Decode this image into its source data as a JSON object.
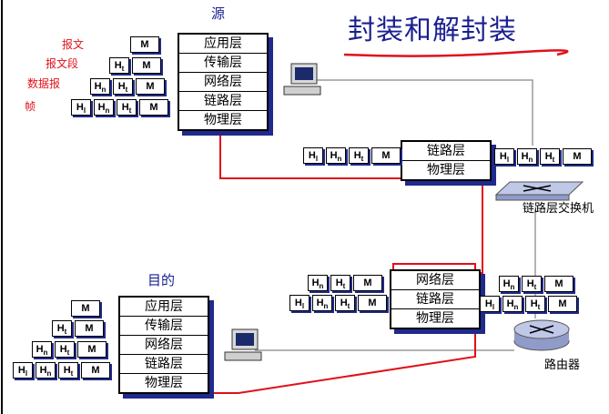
{
  "title": "封装和解封装",
  "source_label": "源",
  "dest_label": "目的",
  "msg_labels": [
    "报文",
    "报文段",
    "数据报",
    "帧"
  ],
  "layers5": [
    "应用层",
    "传输层",
    "网络层",
    "链路层",
    "物理层"
  ],
  "switch_layers": [
    "链路层",
    "物理层"
  ],
  "router_layers": [
    "网络层",
    "链路层",
    "物理层"
  ],
  "switch_label": "链路层交换机",
  "router_label": "路由器",
  "hdr": {
    "M": "M",
    "Ht": "H",
    "Hn": "H",
    "Hl": "H",
    "t": "t",
    "n": "n",
    "l": "l"
  },
  "colors": {
    "title": "#1a1f8f",
    "red": "#e0101a",
    "shadow": "#1f2a8c"
  }
}
